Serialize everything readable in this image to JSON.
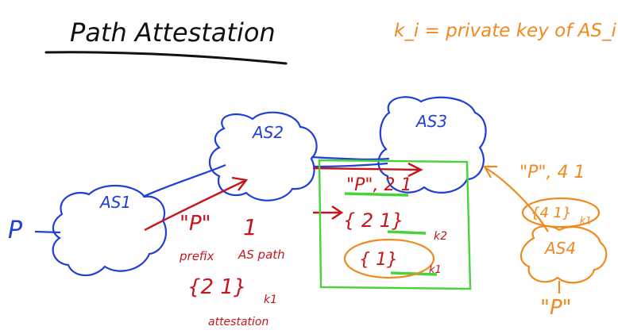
{
  "title": "Path Attestation",
  "key_note": "k_i = private key of AS_i",
  "colors": {
    "ink_black": "#111111",
    "ink_blue": "#1f3fd6",
    "ink_red": "#c4161c",
    "ink_green": "#49d23a",
    "ink_orange": "#f08a1f"
  },
  "nodes": {
    "as1": "AS1",
    "as2": "AS2",
    "as3": "AS3",
    "as4": "AS4"
  },
  "prefix_origin": "P",
  "announcement_1": {
    "prefix": "\"P\"",
    "path": "1",
    "prefix_caption": "prefix",
    "path_caption": "AS path",
    "attestation": "{2 1}",
    "attestation_key": "k1",
    "attestation_caption": "attestation"
  },
  "announcement_2": {
    "prefix_path": "\"P\", 2 1",
    "attestation_outer": "{ 2 1}",
    "attestation_outer_key": "k2",
    "attestation_inner": "{ 1}",
    "attestation_inner_key": "k1"
  },
  "announcement_3": {
    "prefix_path": "\"P\", 4 1",
    "attestation": "{4 1}",
    "attestation_key": "k1",
    "origin": "\"P\""
  }
}
